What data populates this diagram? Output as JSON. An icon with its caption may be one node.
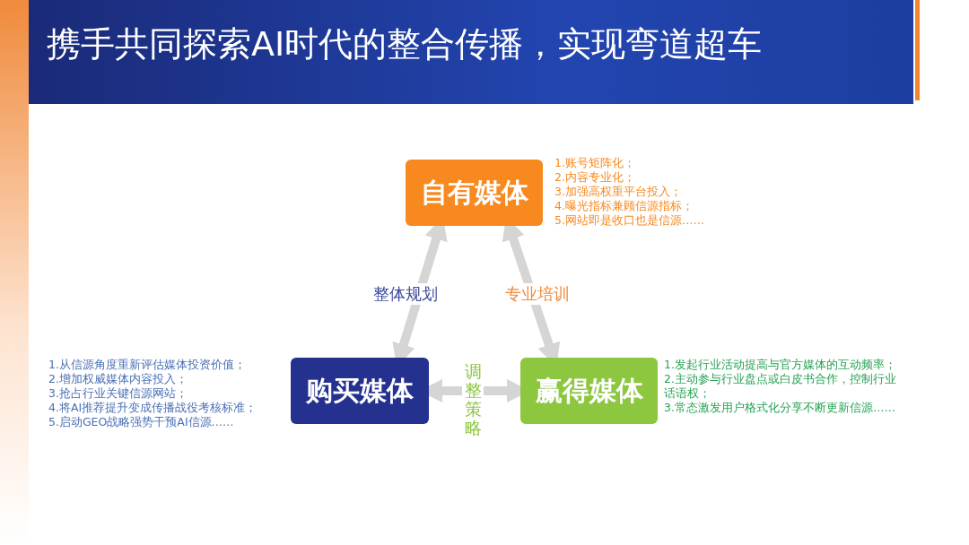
{
  "diagram": {
    "title": "携手共同探索AI时代的整合传播，实现弯道超车",
    "nodes": [
      {
        "text": [
          "自有媒体"
        ],
        "beside": [
          "1.账号矩阵化；",
          "2.内容专业化；",
          "3.加强高权重平台投入；",
          "4.曝光指标兼顾信源指标；",
          "5.网站即是收口也是信源……"
        ]
      },
      {
        "text": [
          "购买媒体"
        ],
        "beside": [
          "1.从信源角度重新评估媒体投资价值；",
          "2.增加权威媒体内容投入；",
          "3.抢占行业关键信源网站；",
          "4.将AI推荐提升变成传播战役考核标准；",
          "5.启动GEO战略强势干预AI信源……"
        ]
      },
      {
        "text": [
          "赢得媒体"
        ],
        "beside": [
          "1.发起行业活动提高与官方媒体的互动频率；",
          "2.主动参与行业盘点或白皮书合作，控制行业话语权；",
          "3.常态激发用户格式化分享不断更新信源……"
        ]
      }
    ],
    "edges": [
      {
        "from": 0,
        "to": 1,
        "arrow": "both",
        "label": "整体规划"
      },
      {
        "from": 0,
        "to": 2,
        "arrow": "both",
        "label": "专业培训"
      },
      {
        "from": 1,
        "to": 2,
        "arrow": "both",
        "label": "调整策略"
      }
    ]
  }
}
